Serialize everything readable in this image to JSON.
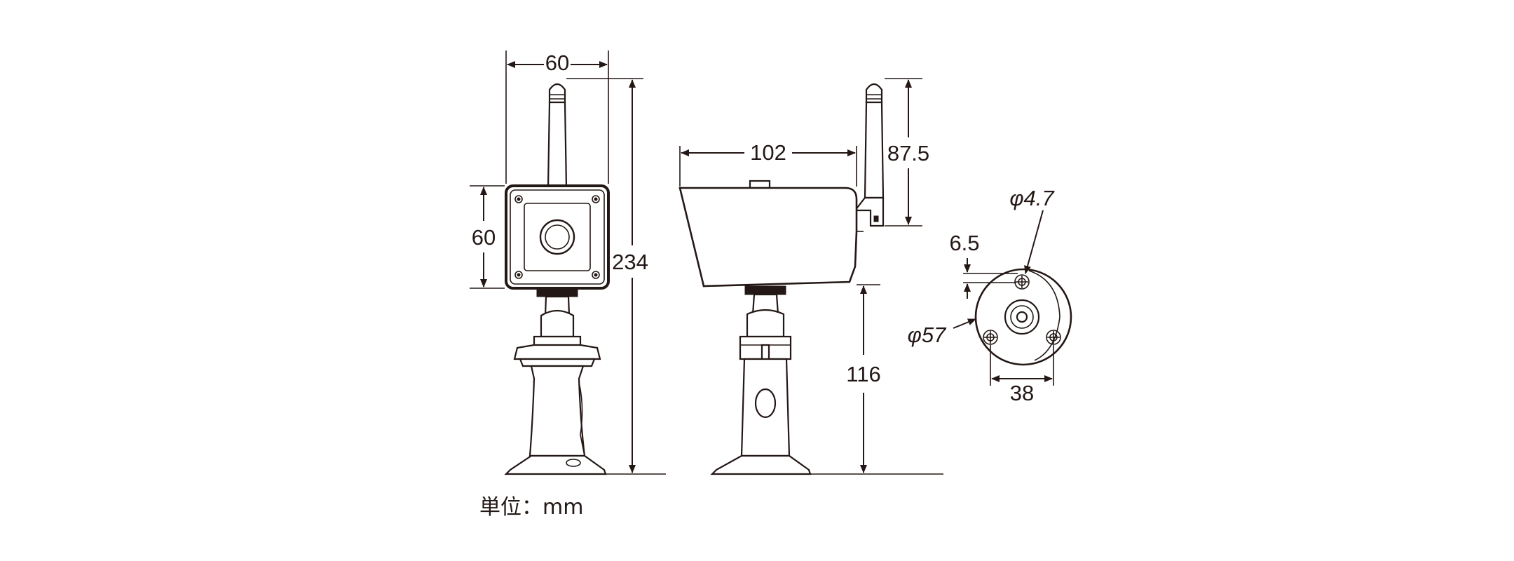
{
  "dimensions": {
    "front_width": "60",
    "front_height": "60",
    "total_height": "234",
    "side_length": "102",
    "antenna_height": "87.5",
    "stand_height": "116",
    "hole_diameter": "φ4.7",
    "hole_offset": "6.5",
    "base_diameter": "φ57",
    "hole_spacing": "38"
  },
  "unit_note": "単位：mm",
  "colors": {
    "line": "#231815",
    "background": "#ffffff"
  }
}
